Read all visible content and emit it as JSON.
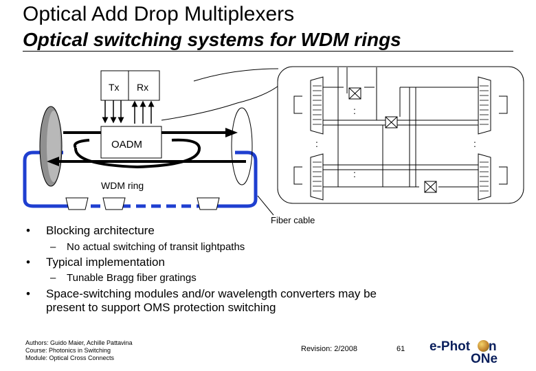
{
  "slide": {
    "title": "Optical Add Drop Multiplexers",
    "subtitle": "Optical switching systems for WDM rings"
  },
  "diagram": {
    "tx_label": "Tx",
    "rx_label": "Rx",
    "oadm_label": "OADM",
    "ring_label": "WDM ring",
    "fiber_label": "Fiber cable",
    "dots": ":"
  },
  "bullets": [
    {
      "text": "Blocking architecture",
      "sub": "No actual switching of transit lightpaths"
    },
    {
      "text": "Typical implementation",
      "sub": "Tunable Bragg fiber gratings"
    },
    {
      "text": "Space-switching modules and/or wavelength converters may be",
      "cont": "present to support OMS protection switching"
    }
  ],
  "bullet_char": "•",
  "sub_char": "–",
  "footer": {
    "authors": "Authors: Guido Maier, Achille Pattavina",
    "course": "Course: Photonics in Switching",
    "module": "Module: Optical Cross Connects",
    "revision": "Revision: 2/2008",
    "page": "61"
  },
  "logo": {
    "part1": "e-Phot",
    "part2": "n",
    "part3": "ONe"
  },
  "colors": {
    "ring_blue": "#1f3fd0",
    "title_text": "#000000"
  }
}
